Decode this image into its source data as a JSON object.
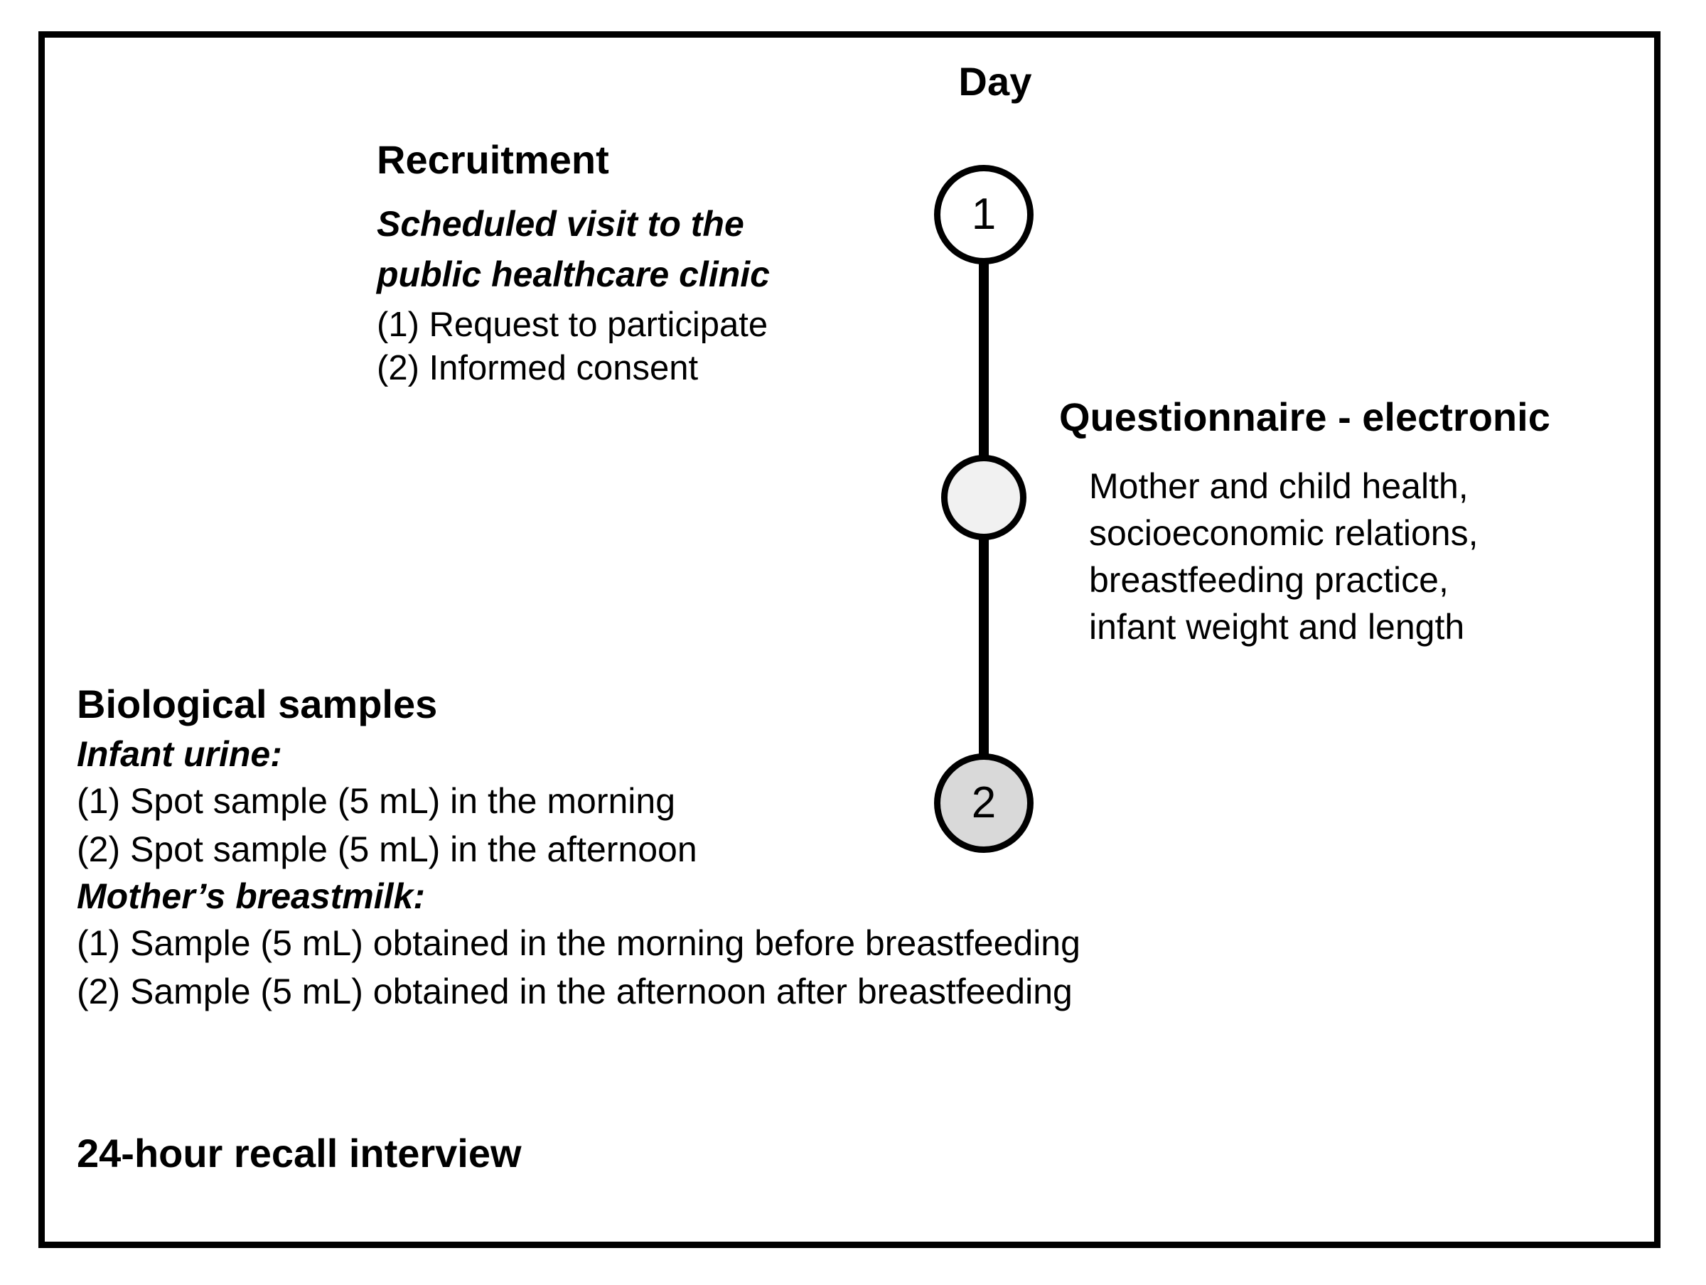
{
  "diagram": {
    "title_axis": "Day",
    "timeline": {
      "nodes": [
        {
          "label": "1",
          "fill": "#ffffff"
        },
        {
          "label": "",
          "fill": "#f1f1f1"
        },
        {
          "label": "2",
          "fill": "#d9d9d9"
        }
      ]
    },
    "recruitment": {
      "heading": "Recruitment",
      "subhead_line1": "Scheduled visit to the",
      "subhead_line2": "public healthcare clinic",
      "items": [
        "(1) Request to participate",
        "(2) Informed consent"
      ]
    },
    "questionnaire": {
      "heading": "Questionnaire - electronic",
      "lines": [
        "Mother and child health,",
        "socioeconomic relations,",
        "breastfeeding practice,",
        "infant weight and length"
      ]
    },
    "biological_samples": {
      "heading": "Biological samples",
      "infant_urine_label": "Infant urine:",
      "infant_urine_items": [
        "(1) Spot sample (5 mL) in the morning",
        "(2) Spot sample (5 mL) in the afternoon"
      ],
      "breastmilk_label": "Mother’s breastmilk:",
      "breastmilk_items": [
        "(1) Sample (5 mL) obtained in the morning before breastfeeding",
        "(2) Sample (5 mL) obtained in the afternoon after breastfeeding"
      ]
    },
    "recall": "24-hour recall interview",
    "colors": {
      "stroke": "#000000",
      "background": "#ffffff",
      "node_light": "#f1f1f1",
      "node_gray": "#d9d9d9"
    }
  }
}
